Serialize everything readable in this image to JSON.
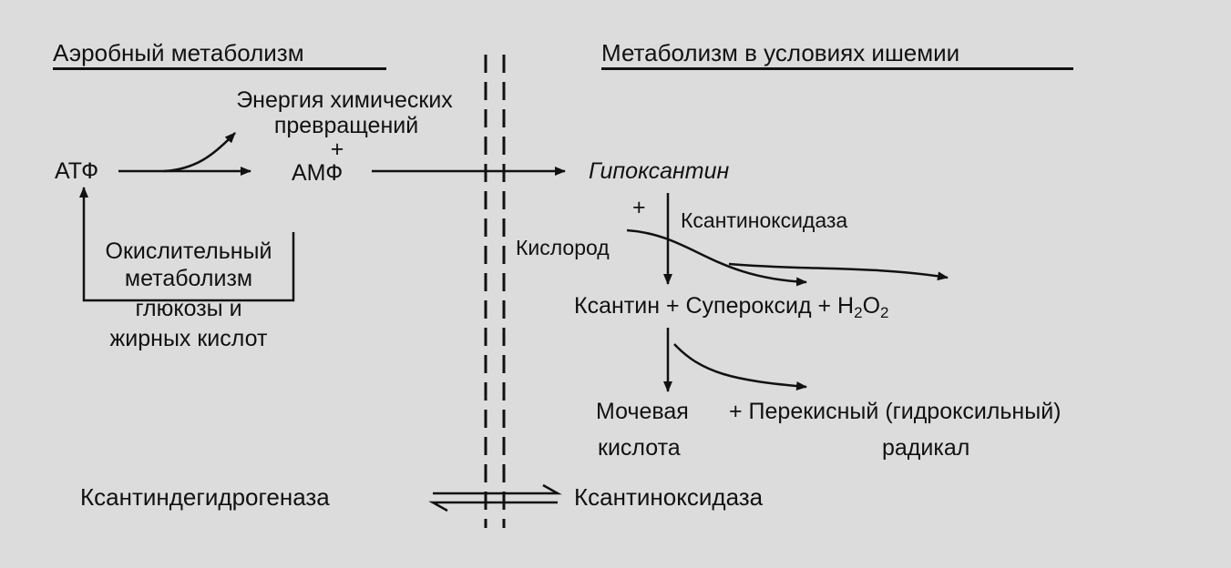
{
  "left": {
    "header": "Аэробный метаболизм",
    "atp": "АТФ",
    "energy_line1": "Энергия химических",
    "energy_line2": "превращений",
    "plus": "+",
    "amp": "АМФ",
    "oxidative": [
      "Окислительный",
      "метаболизм",
      "глюкозы и",
      "жирных кислот"
    ]
  },
  "right": {
    "header": "Метаболизм в условиях ишемии",
    "hypoxanthine": "Гипоксантин",
    "plus": "+",
    "enzyme": "Ксантиноксидаза",
    "oxygen": "Кислород",
    "products_prefix": "Ксантин + Супероксид + H",
    "sub1": "2",
    "o": "O",
    "sub2": "2",
    "uric_line1": "Мочевая",
    "uric_line2": "кислота",
    "radical_line1": "+ Перекисный (гидроксильный)",
    "radical_line2": "радикал"
  },
  "bottom": {
    "left_enzyme": "Ксантиндегидрогеназа",
    "right_enzyme": "Ксантиноксидаза"
  }
}
